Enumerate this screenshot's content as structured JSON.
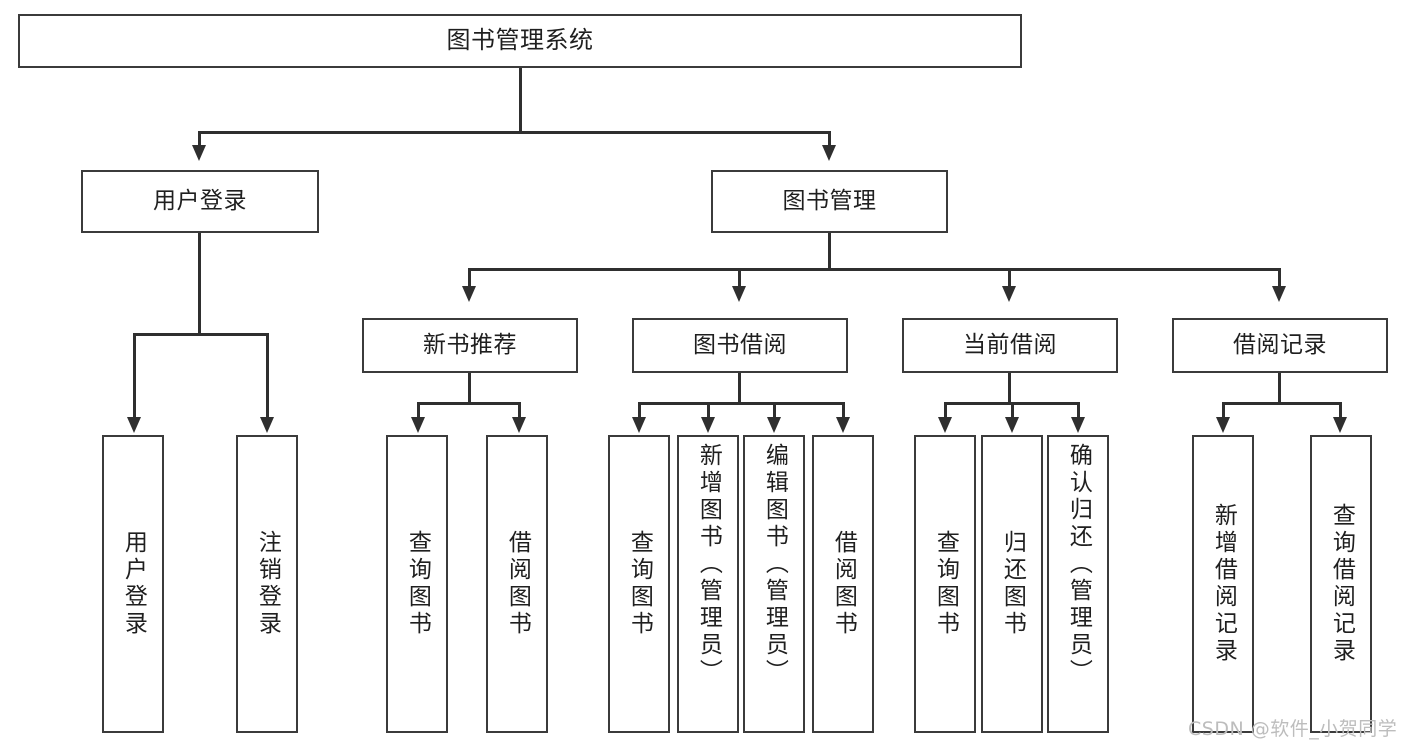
{
  "diagram": {
    "title": "图书管理系统",
    "type": "functional-structure-tree",
    "root": {
      "label": "图书管理系统"
    },
    "level2": [
      {
        "label": "用户登录"
      },
      {
        "label": "图书管理"
      }
    ],
    "level3": [
      {
        "label": "新书推荐"
      },
      {
        "label": "图书借阅"
      },
      {
        "label": "当前借阅"
      },
      {
        "label": "借阅记录"
      }
    ],
    "leaves": {
      "user_login": [
        {
          "label": "用户登录"
        },
        {
          "label": "注销登录"
        }
      ],
      "new_book_recommend": [
        {
          "label": "查询图书"
        },
        {
          "label": "借阅图书"
        }
      ],
      "book_borrow": [
        {
          "label": "查询图书"
        },
        {
          "label": "新增图书（管理员）"
        },
        {
          "label": "编辑图书（管理员）"
        },
        {
          "label": "借阅图书"
        }
      ],
      "current_borrow": [
        {
          "label": "查询图书"
        },
        {
          "label": "归还图书"
        },
        {
          "label": "确认归还（管理员）"
        }
      ],
      "borrow_record": [
        {
          "label": "新增借阅记录"
        },
        {
          "label": "查询借阅记录"
        }
      ]
    }
  },
  "watermark": {
    "text": "CSDN @软件_小贺同学"
  },
  "colors": {
    "box_border": "#3b3b3b",
    "connector": "#2f2f2f",
    "background": "#ffffff",
    "text": "#1f1f1f",
    "watermark": "#bdbdbd"
  }
}
